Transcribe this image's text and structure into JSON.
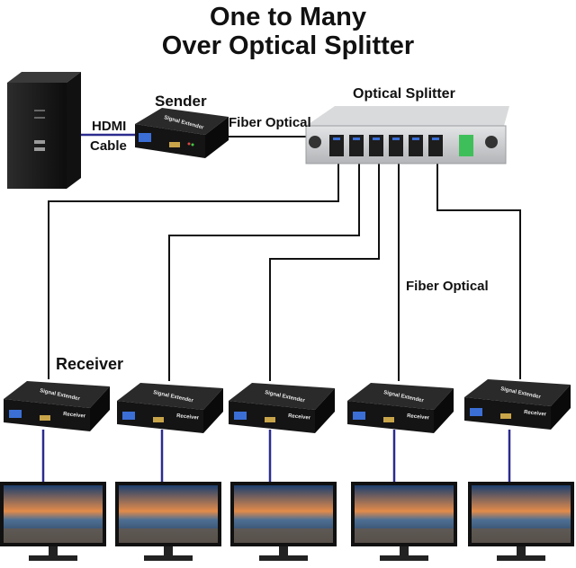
{
  "title": {
    "line1": "One to Many",
    "line2": "Over Optical Splitter"
  },
  "labels": {
    "sender": "Sender",
    "optical_splitter": "Optical Splitter",
    "hdmi_line1": "HDMI",
    "hdmi_line2": "Cable",
    "fiber_top": "Fiber Optical",
    "fiber_right": "Fiber Optical",
    "receiver": "Receiver"
  },
  "device_text": {
    "sender_face": "Signal Extender",
    "receiver_face": "Signal Extender",
    "receiver_side": "Receiver"
  },
  "colors": {
    "fiber_line": "#111111",
    "hdmi_line": "#2b2b8f",
    "device_body": "#1a1a1a",
    "splitter_body": "#c9cbce",
    "port_blue": "#3b6fd6",
    "port_green": "#3fbf5a"
  }
}
